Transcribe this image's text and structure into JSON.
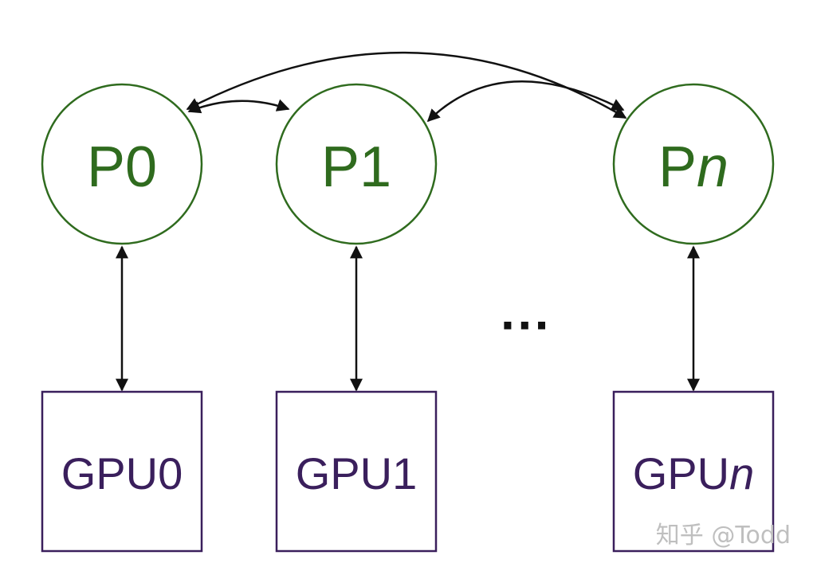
{
  "processes": [
    {
      "id": "p0",
      "prefix": "P",
      "suffix": "0",
      "suffix_italic": false
    },
    {
      "id": "p1",
      "prefix": "P",
      "suffix": "1",
      "suffix_italic": false
    },
    {
      "id": "pn",
      "prefix": "P",
      "suffix": "n",
      "suffix_italic": true
    }
  ],
  "gpus": [
    {
      "id": "gpu0",
      "prefix": "GPU",
      "suffix": "0",
      "suffix_italic": false
    },
    {
      "id": "gpu1",
      "prefix": "GPU",
      "suffix": "1",
      "suffix_italic": false
    },
    {
      "id": "gpun",
      "prefix": "GPU",
      "suffix": "n",
      "suffix_italic": true
    }
  ],
  "ellipsis": "···",
  "watermark": "知乎 @Todd",
  "colors": {
    "process": "#2f6b1e",
    "gpu": "#3a1f5c",
    "arrow": "#111111",
    "watermark": "#bfbfbf"
  }
}
